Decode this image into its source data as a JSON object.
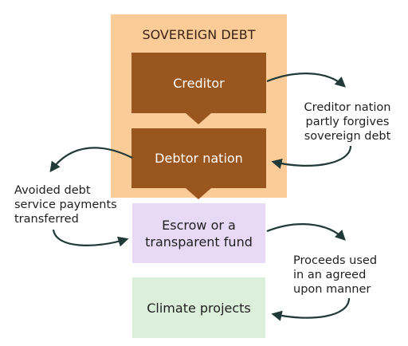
{
  "group": {
    "title": "SOVEREIGN DEBT"
  },
  "boxes": {
    "creditor": "Creditor",
    "debtor": "Debtor nation",
    "escrow_line1": "Escrow or a",
    "escrow_line2": "transparent fund",
    "climate": "Climate projects"
  },
  "labels": {
    "forgive": [
      "Creditor nation",
      "partly forgives",
      "sovereign debt"
    ],
    "avoided": [
      "Avoided debt",
      "service payments",
      "transferred"
    ],
    "proceeds": [
      "Proceeds used",
      "in an agreed",
      "upon manner"
    ]
  },
  "colors": {
    "group_background": "#fbcb98",
    "sovereign_box": "#9a561f",
    "escrow_box": "#e8daf7",
    "climate_box": "#dcefdb",
    "arrow": "#1f3a37"
  }
}
